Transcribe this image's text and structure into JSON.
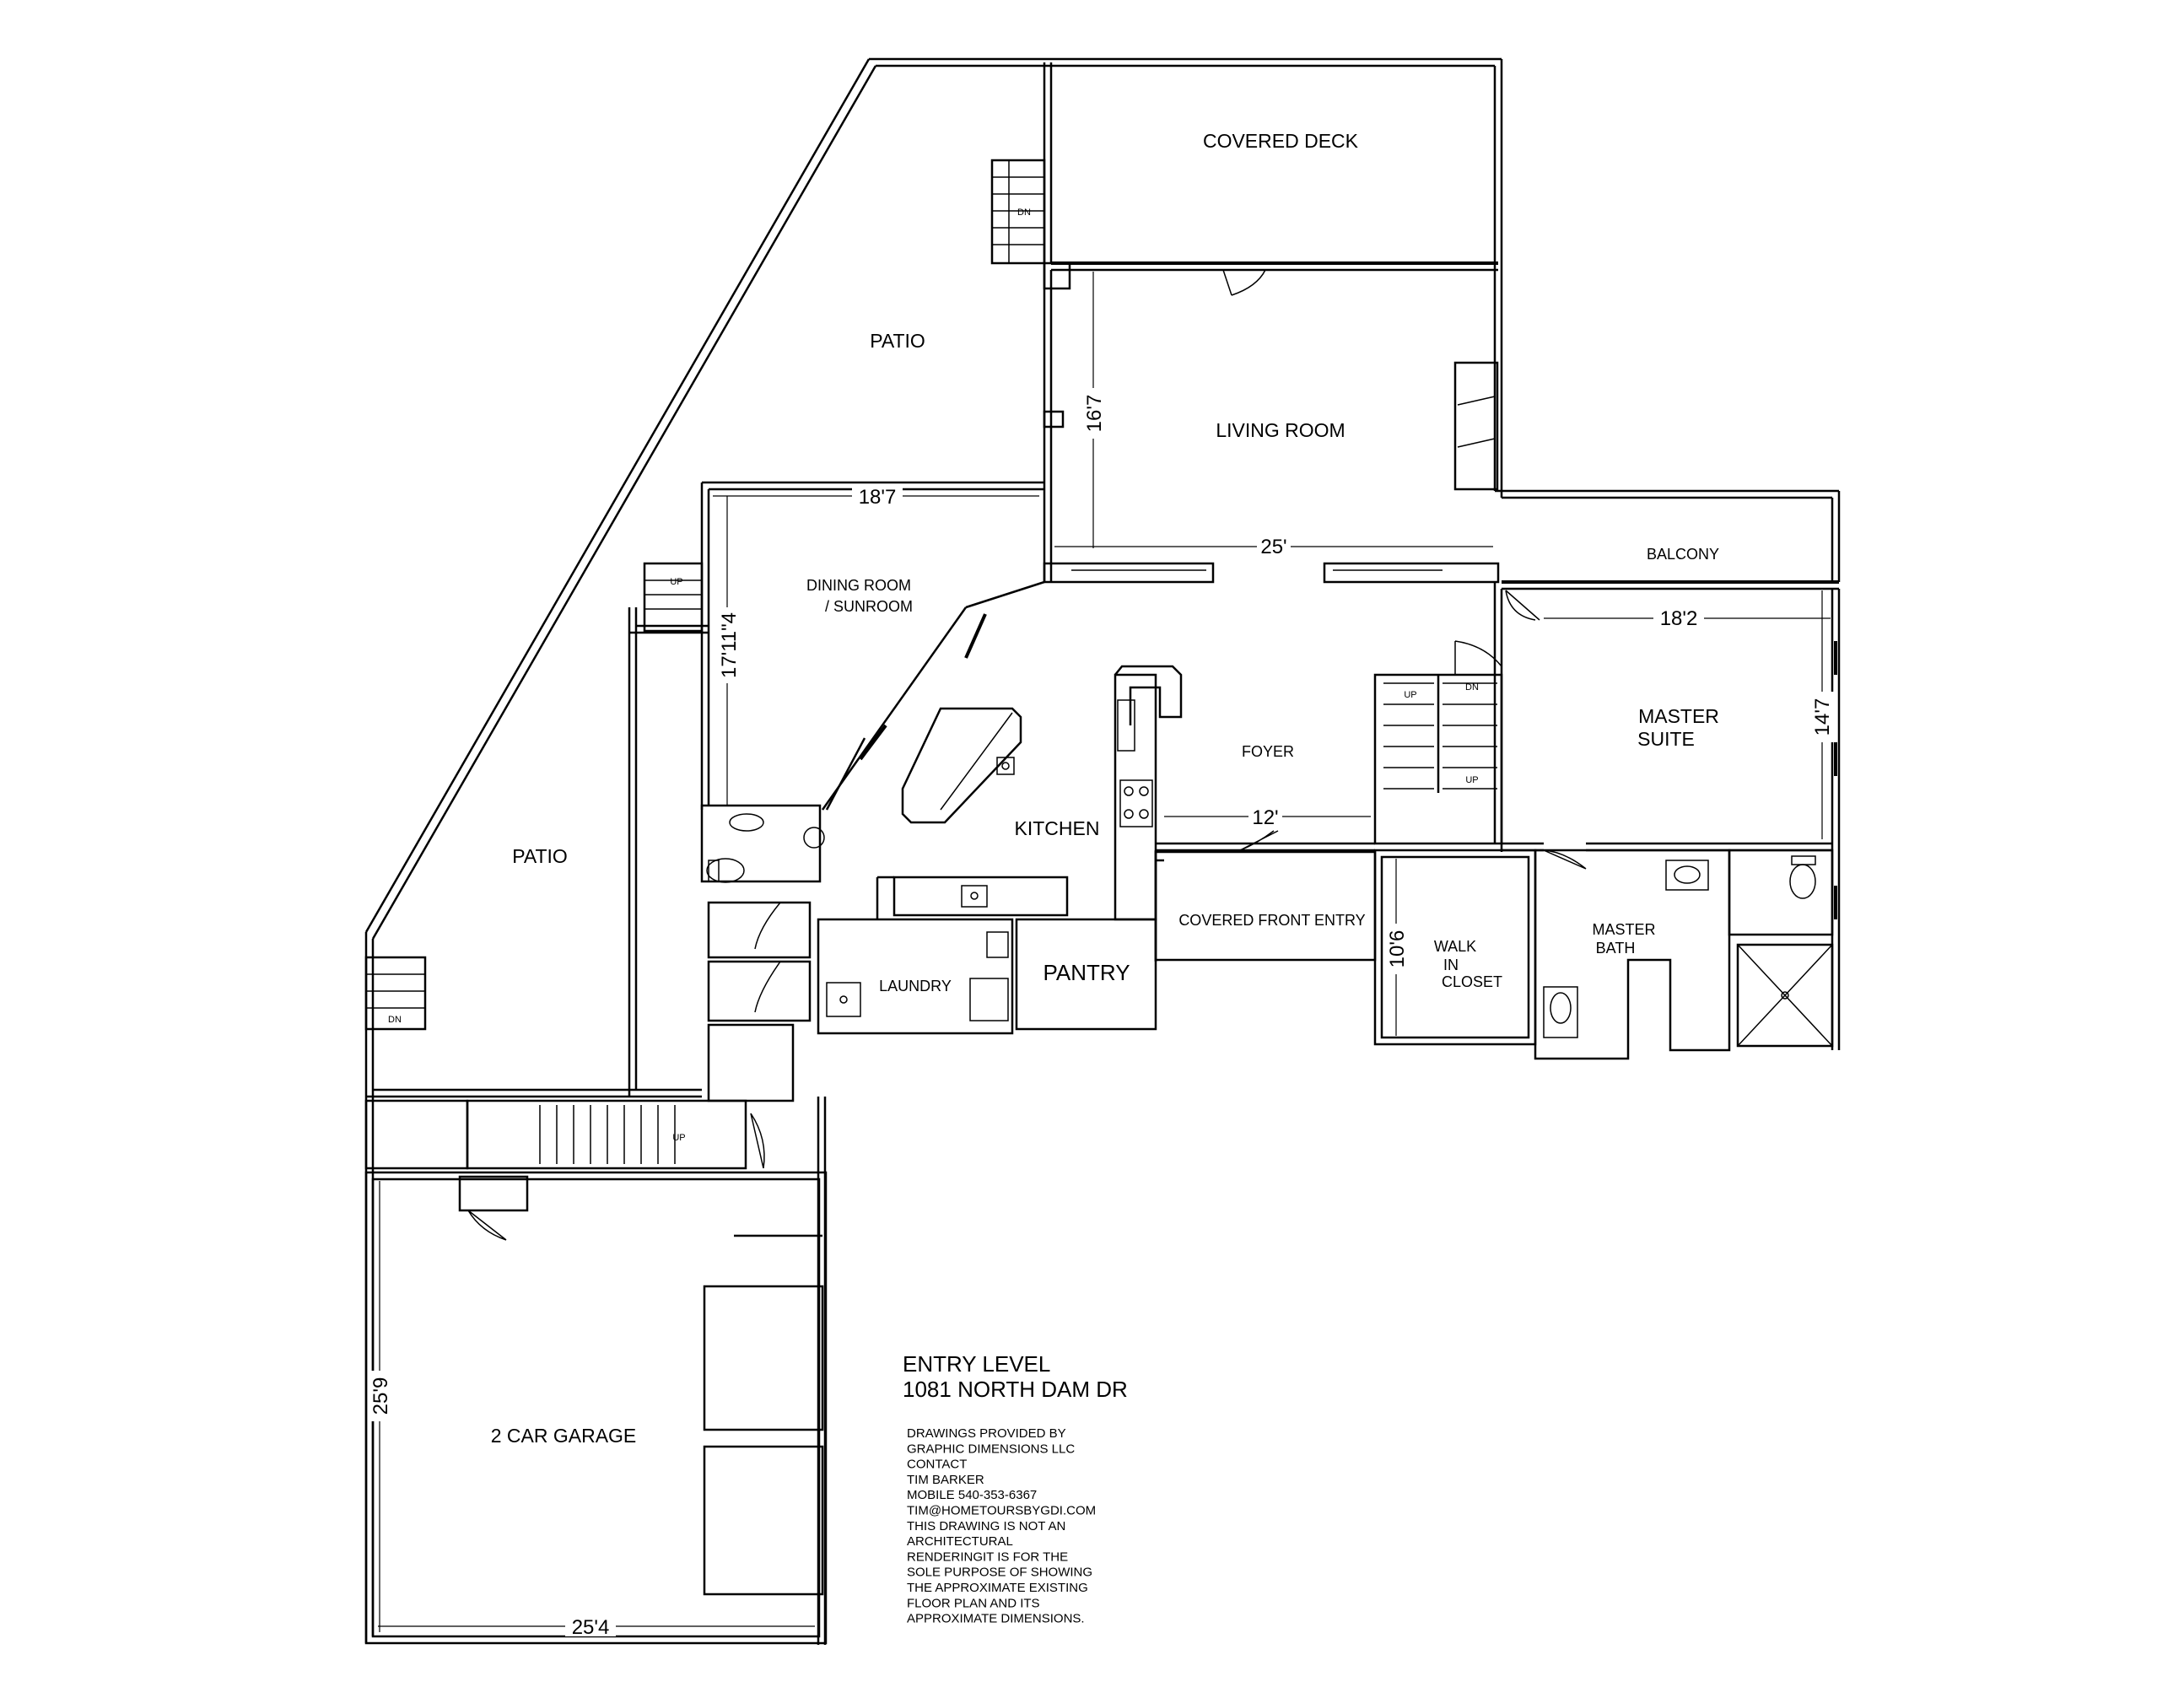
{
  "rooms": {
    "covered_deck": "COVERED DECK",
    "patio_top": "PATIO",
    "living_room": "LIVING ROOM",
    "balcony": "BALCONY",
    "dining_line1": "DINING ROOM",
    "dining_line2": "/ SUNROOM",
    "foyer": "FOYER",
    "master_suite_line1": "MASTER",
    "master_suite_line2": "SUITE",
    "kitchen": "KITCHEN",
    "patio_left": "PATIO",
    "covered_front_entry": "COVERED FRONT ENTRY",
    "walk_in_closet_line1": "WALK",
    "walk_in_closet_line2": "IN",
    "walk_in_closet_line3": "CLOSET",
    "master_bath_line1": "MASTER",
    "master_bath_line2": "BATH",
    "laundry": "LAUNDRY",
    "pantry": "PANTRY",
    "garage": "2 CAR GARAGE"
  },
  "dimensions": {
    "living_depth": "16'7",
    "dining_width": "18'7",
    "living_width": "25'",
    "master_width": "18'2",
    "dining_depth": "17'11\"4",
    "master_depth": "14'7",
    "foyer_width": "12'",
    "closet_depth": "10'6",
    "garage_depth": "25'9",
    "garage_width": "25'4"
  },
  "stairs": {
    "dn": "DN",
    "up": "UP"
  },
  "title": {
    "line1": "ENTRY LEVEL",
    "line2": "1081 NORTH DAM DR"
  },
  "credits": [
    "DRAWINGS PROVIDED BY",
    "GRAPHIC DIMENSIONS LLC",
    "CONTACT",
    "TIM BARKER",
    "MOBILE 540-353-6367",
    "TIM@HOMETOURSBYGDI.COM",
    "THIS DRAWING IS NOT AN",
    "ARCHITECTURAL",
    "RENDERINGIT IS FOR THE",
    "SOLE PURPOSE OF SHOWING",
    "THE APPROXIMATE EXISTING",
    "FLOOR PLAN AND ITS",
    "APPROXIMATE DIMENSIONS."
  ]
}
